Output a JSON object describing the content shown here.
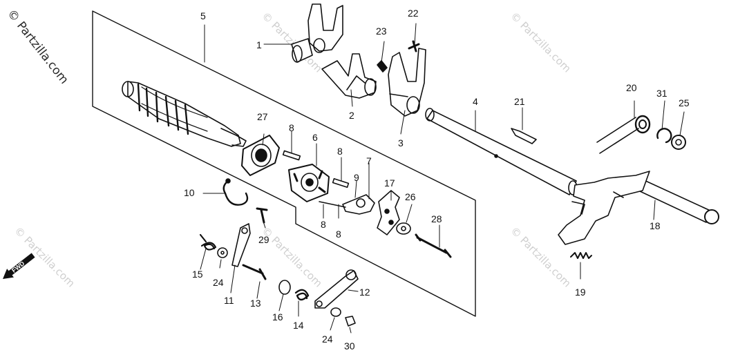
{
  "watermark": {
    "main": "© Partzilla.com",
    "repeat": "© Partzilla.com"
  },
  "direction_label": "FWD",
  "callouts": [
    "1",
    "2",
    "3",
    "4",
    "5",
    "6",
    "7",
    "8",
    "9",
    "10",
    "11",
    "12",
    "13",
    "14",
    "15",
    "16",
    "17",
    "18",
    "19",
    "20",
    "21",
    "22",
    "23",
    "24",
    "25",
    "26",
    "27",
    "28",
    "29",
    "30",
    "31"
  ],
  "labels": {
    "n1": "1",
    "n2": "2",
    "n3": "3",
    "n4": "4",
    "n5": "5",
    "n6": "6",
    "n7": "7",
    "n8a": "8",
    "n8b": "8",
    "n8c": "8",
    "n8d": "8",
    "n9": "9",
    "n10": "10",
    "n11": "11",
    "n12": "12",
    "n13": "13",
    "n14": "14",
    "n15": "15",
    "n16": "16",
    "n17": "17",
    "n18": "18",
    "n19": "19",
    "n20": "20",
    "n21": "21",
    "n22": "22",
    "n23": "23",
    "n24a": "24",
    "n24b": "24",
    "n25": "25",
    "n26": "26",
    "n27": "27",
    "n28": "28",
    "n29": "29",
    "n30": "30",
    "n31": "31"
  },
  "colors": {
    "ink": "#111111",
    "watermark": "#cfcfcf",
    "background": "#ffffff"
  }
}
